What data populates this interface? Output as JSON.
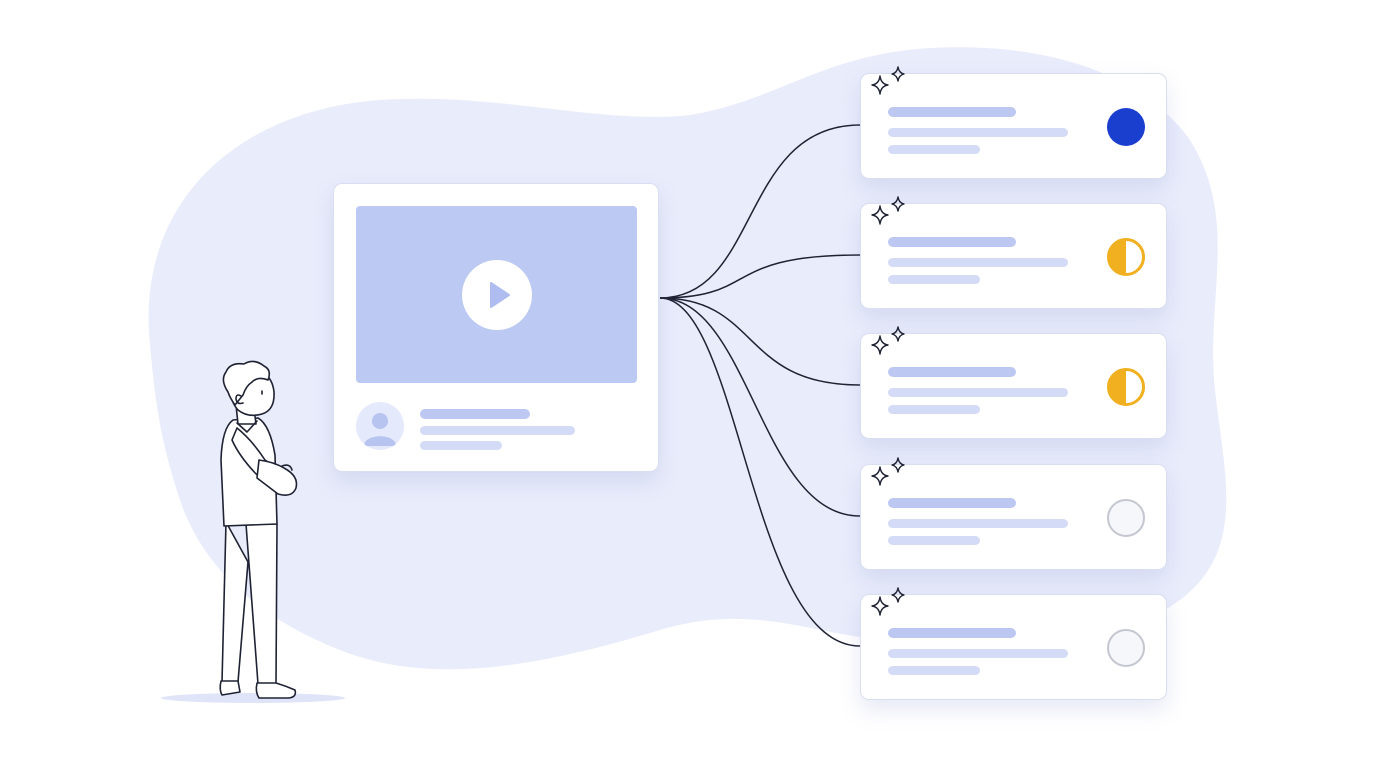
{
  "illustration": {
    "subject": "video",
    "results": [
      {
        "status": "complete"
      },
      {
        "status": "half"
      },
      {
        "status": "half"
      },
      {
        "status": "empty"
      },
      {
        "status": "empty"
      }
    ]
  },
  "colors": {
    "background_blob": "#e9ecfb",
    "placeholder_bar": "#bdc8f2",
    "placeholder_bar_light": "#d3dbf6",
    "video_thumbnail": "#bcc9f2",
    "status_complete": "#1a3fcf",
    "status_half": "#f0b020",
    "status_empty_border": "#c4c7d0",
    "connector_line": "#1e2233"
  },
  "icons": {
    "play": "play-icon",
    "avatar": "user-avatar-icon",
    "sparkle": "sparkle-icon",
    "person": "person-thinking-illustration"
  }
}
